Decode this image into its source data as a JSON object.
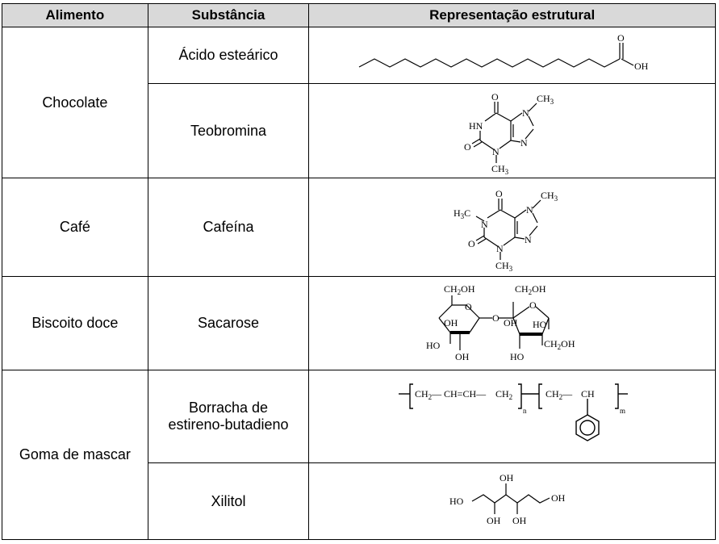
{
  "table": {
    "headers": [
      "Alimento",
      "Substância",
      "Representação estrutural"
    ],
    "foods": {
      "chocolate": "Chocolate",
      "cafe": "Café",
      "biscoito": "Biscoito doce",
      "goma": "Goma de mascar"
    },
    "substances": {
      "acido_estearico": "Ácido esteárico",
      "teobromina": "Teobromina",
      "cafeina": "Cafeína",
      "sacarose": "Sacarose",
      "borracha_line1": "Borracha de",
      "borracha_line2": "estireno-butadieno",
      "xilitol": "Xilitol"
    }
  },
  "labels": {
    "O": "O",
    "OH": "OH",
    "HO": "HO",
    "N": "N",
    "HN": "HN",
    "CH": "CH",
    "H": "H",
    "C": "C",
    "sub3": "3",
    "sub2": "2",
    "n": "n",
    "m": "m",
    "CH2OH_a": "CH",
    "CH2": "CH",
    "dbl": "="
  }
}
